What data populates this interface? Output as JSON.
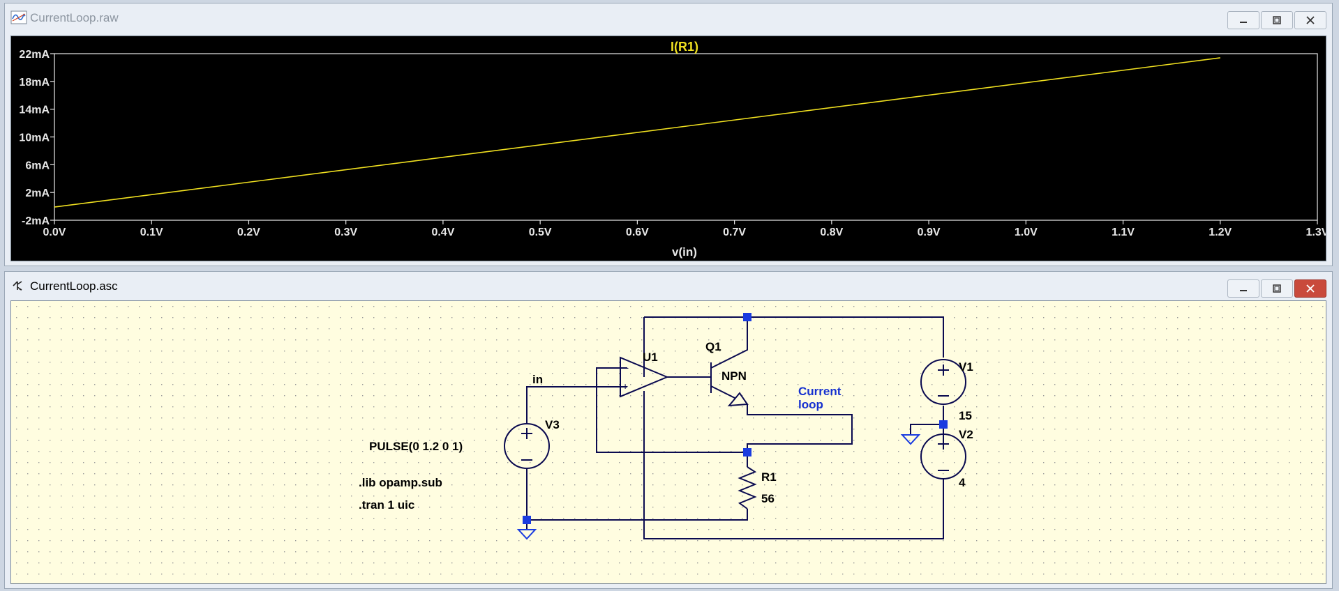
{
  "plot_window": {
    "title": "CurrentLoop.raw",
    "trace_label": "I(R1)",
    "x_axis_label": "v(in)",
    "colors": {
      "background": "#000000",
      "trace": "#f0e020",
      "axis_text": "#e8e8e8"
    }
  },
  "chart_data": {
    "type": "line",
    "title": "I(R1)",
    "xlabel": "v(in)",
    "ylabel": "",
    "xlim": [
      0.0,
      1.3
    ],
    "ylim": [
      -2,
      22
    ],
    "x_ticks": [
      "0.0V",
      "0.1V",
      "0.2V",
      "0.3V",
      "0.4V",
      "0.5V",
      "0.6V",
      "0.7V",
      "0.8V",
      "0.9V",
      "1.0V",
      "1.1V",
      "1.2V",
      "1.3V"
    ],
    "y_ticks": [
      "22mA",
      "18mA",
      "14mA",
      "10mA",
      "6mA",
      "2mA",
      "-2mA"
    ],
    "series": [
      {
        "name": "I(R1)",
        "x": [
          0.0,
          1.2
        ],
        "y": [
          -0.1,
          21.4
        ]
      }
    ]
  },
  "schematic_window": {
    "title": "CurrentLoop.asc",
    "colors": {
      "background": "#fffde0",
      "wire": "#0a0a50",
      "node": "#1a3ce0",
      "comment": "#1530d0"
    },
    "labels": {
      "u1": "U1",
      "q1": "Q1",
      "npn": "NPN",
      "v1": "V1",
      "v1_value": "15",
      "v2": "V2",
      "v2_value": "4",
      "v3": "V3",
      "v3_value": "PULSE(0 1.2 0 1)",
      "r1": "R1",
      "r1_value": "56",
      "net_in": "in",
      "comment_line1": "Current",
      "comment_line2": "loop",
      "directive_lib": ".lib opamp.sub",
      "directive_tran": ".tran 1 uic"
    }
  }
}
